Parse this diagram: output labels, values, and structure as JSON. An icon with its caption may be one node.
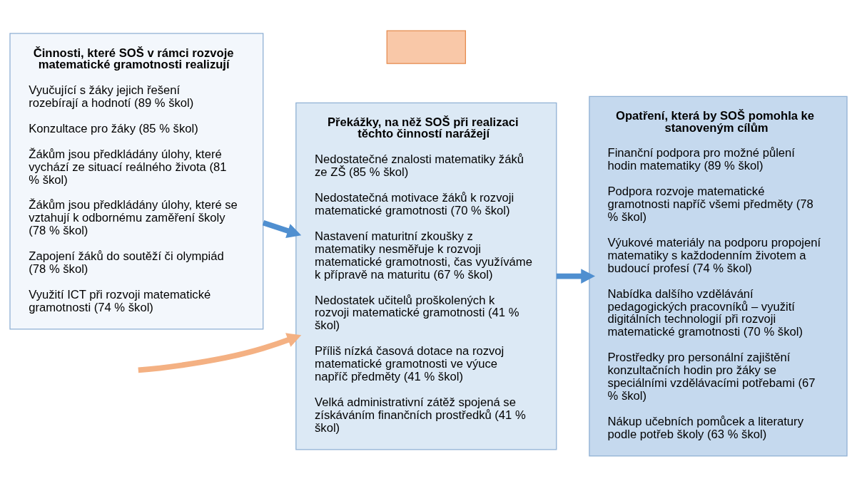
{
  "diagram": {
    "nodes": [
      {
        "text": [
          "Činnosti, které SOŠ v rámci rozvoje matematické gramotnosti realizují",
          "Vyučující s žáky jejich řešení rozebírají a hodnotí (89 % škol)",
          "Konzultace pro žáky (85 % škol)",
          "Žákům jsou předkládány úlohy, které vychází ze situací reálného života (81 % škol)",
          "Žákům jsou předkládány úlohy, které se vztahují k odbornému zaměření školy (78 % škol)",
          "Zapojení žáků do soutěží či olympiád (78 % škol)",
          "Využití ICT při rozvoji matematické gramotnosti (74 % škol)"
        ]
      },
      {
        "text": [
          "Překážky, na něž SOŠ při realizaci těchto činností narážejí",
          "Nedostatečné znalosti matematiky žáků ze ZŠ (85 % škol)",
          "Nedostatečná motivace žáků k rozvoji matematické gramotnosti (70 % škol)",
          "Nastavení maturitní zkoušky z matematiky nesměřuje k rozvoji matematické gramotnosti, čas využíváme k přípravě na maturitu (67 % škol)",
          "Nedostatek učitelů proškolených k rozvoji matematické gramotnosti (41 % škol)",
          "Příliš nízká časová dotace na rozvoj matematické gramotnosti ve výuce napříč předměty (41 % škol)",
          "Velká administrativní zátěž spojená se získáváním finančních prostředků (41 % škol)"
        ]
      },
      {
        "text": [
          "Opatření, která by SOŠ pomohla ke stanoveným cílům",
          "Finanční podpora pro možné půlení hodin matematiky (89 % škol)",
          "Podpora rozvoje matematické gramotnosti napříč všemi předměty (78 % škol)",
          "Výukové materiály na podporu propojení matematiky s každodenním životem a budoucí profesí (74 % škol)",
          "Nabídka dalšího vzdělávání pedagogických pracovníků – využití digitálních technologií při rozvoji matematické gramotnosti (70 % škol)",
          "Prostředky pro personální zajištění konzultačních hodin pro žáky se speciálními vzdělávacími potřebami (67 % škol)",
          "Nákup učebních pomůcek a literatury podle potřeb školy (63 % škol)"
        ]
      },
      {
        "text": [],
        "shape": "box"
      }
    ],
    "edges": [
      {
        "from": null,
        "to": 1,
        "arrow": "to",
        "color": "#f4b183"
      },
      {
        "from": 0,
        "to": 1,
        "arrow": "to"
      },
      {
        "from": 1,
        "to": 2,
        "arrow": "to"
      }
    ]
  }
}
